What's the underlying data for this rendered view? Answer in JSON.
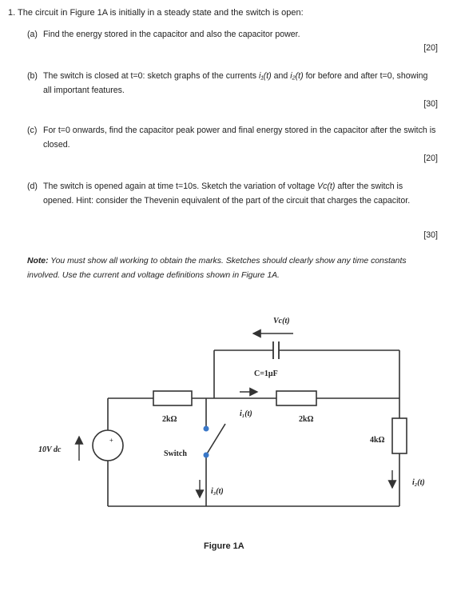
{
  "question": {
    "title": "1. The circuit in Figure 1A is initially in a steady state and the switch is open:",
    "parts": [
      {
        "label": "(a)",
        "text": "Find the energy stored in the capacitor and also the capacitor power.",
        "marks": "[20]"
      },
      {
        "label": "(b)",
        "text_pre": "The switch is closed at t=0: sketch graphs of the currents ",
        "i1": "i₁(t)",
        "and": " and ",
        "i2": "i₂(t)",
        "text_post": " for before and after t=0, showing all important features.",
        "marks": "[30]"
      },
      {
        "label": "(c)",
        "text": "For t=0 onwards, find the capacitor peak power and final energy stored in the capacitor after the switch is closed.",
        "marks": "[20]"
      },
      {
        "label": "(d)",
        "text_pre": "The switch is opened again at time t=10s. Sketch the variation of voltage ",
        "vc": "Vc(t)",
        "text_post": " after the switch is opened. Hint: consider the Thevenin equivalent of the part of the circuit that charges the capacitor.",
        "marks": "[30]"
      }
    ]
  },
  "note": {
    "label": "Note:",
    "text": " You must show all working to obtain the marks. Sketches should clearly show any time constants involved. Use the current and voltage definitions shown in Figure 1A."
  },
  "figure": {
    "source_label": "10V dc",
    "resistor_left": "2kΩ",
    "switch_label": "Switch",
    "current_i1": "i₁(t)",
    "resistor_mid": "2kΩ",
    "resistor_right": "4kΩ",
    "current_i2": "i₂(t)",
    "current_i3": "i₃(t)",
    "capacitor_label": "C=1μF",
    "voltage_vc": "Vc(t)",
    "caption": "Figure 1A",
    "wire_color": "#333333",
    "switch_dot_color": "#3a78c8"
  }
}
